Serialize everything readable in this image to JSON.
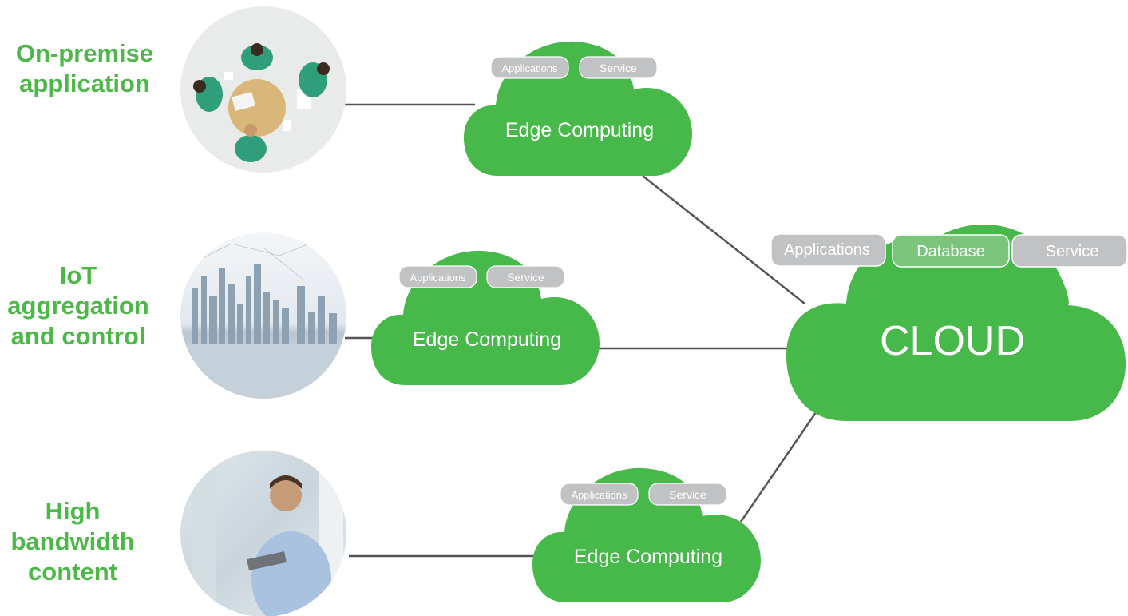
{
  "colors": {
    "brand_green": "#4cb847",
    "cloud_green": "#46b94a",
    "connector": "#555555",
    "pill_fill": "#c0c2c4",
    "pill_stroke": "#ffffff",
    "highlight_pill_fill": "#7bc47b"
  },
  "rows": [
    {
      "label_lines": [
        "On-premise",
        "application"
      ],
      "image": "meeting-photo-icon",
      "edge_cloud": {
        "title": "Edge Computing",
        "pills": [
          "Applications",
          "Service"
        ]
      }
    },
    {
      "label_lines": [
        "IoT",
        "aggregation",
        "and control"
      ],
      "image": "city-skyline-photo-icon",
      "edge_cloud": {
        "title": "Edge Computing",
        "pills": [
          "Applications",
          "Service"
        ]
      }
    },
    {
      "label_lines": [
        "High",
        "bandwidth",
        "content"
      ],
      "image": "businessman-photo-icon",
      "edge_cloud": {
        "title": "Edge Computing",
        "pills": [
          "Applications",
          "Service"
        ]
      }
    }
  ],
  "main_cloud": {
    "title": "CLOUD",
    "pills": [
      "Applications",
      "Database",
      "Service"
    ]
  }
}
